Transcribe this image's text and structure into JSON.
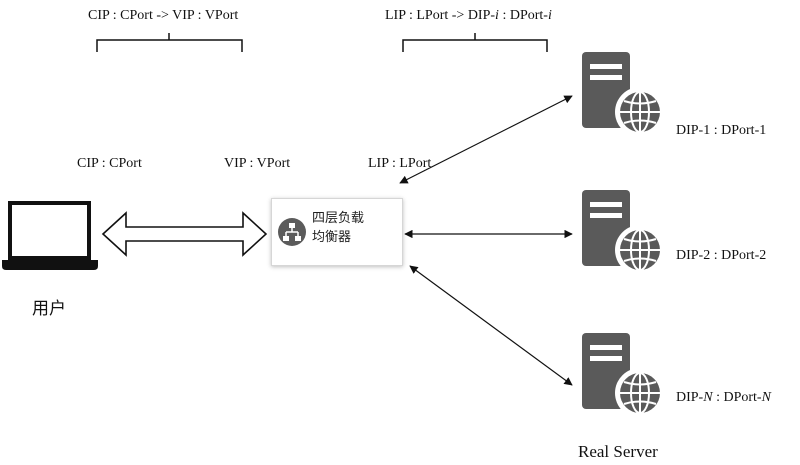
{
  "top_labels": {
    "client_flow": "CIP : CPort -> VIP : VPort",
    "server_flow_prefix": "LIP : LPort -> DIP-",
    "server_flow_i": "i",
    "server_flow_mid": " : DPort-",
    "server_flow_i2": "i"
  },
  "mid_labels": {
    "cip": "CIP : CPort",
    "vip": "VIP : VPort",
    "lip": "LIP : LPort"
  },
  "client": {
    "label": "用户",
    "icon": "laptop-icon"
  },
  "load_balancer": {
    "line1": "四层负载",
    "line2": "均衡器",
    "icon": "network-topology-icon"
  },
  "servers": [
    {
      "prefix": "DIP-",
      "index": "1",
      "mid": " : DPort-",
      "index2": "1",
      "icon": "server-globe-icon"
    },
    {
      "prefix": "DIP-",
      "index": "2",
      "mid": " : DPort-",
      "index2": "2",
      "icon": "server-globe-icon"
    },
    {
      "prefix": "DIP-",
      "index": "N",
      "mid": " : DPort-",
      "index2": "N",
      "icon": "server-globe-icon"
    }
  ],
  "servers_group_label": "Real Server",
  "colors": {
    "stroke": "#111111",
    "server_gray": "#5a5a5a",
    "lb_icon": "#5b5b5b"
  }
}
